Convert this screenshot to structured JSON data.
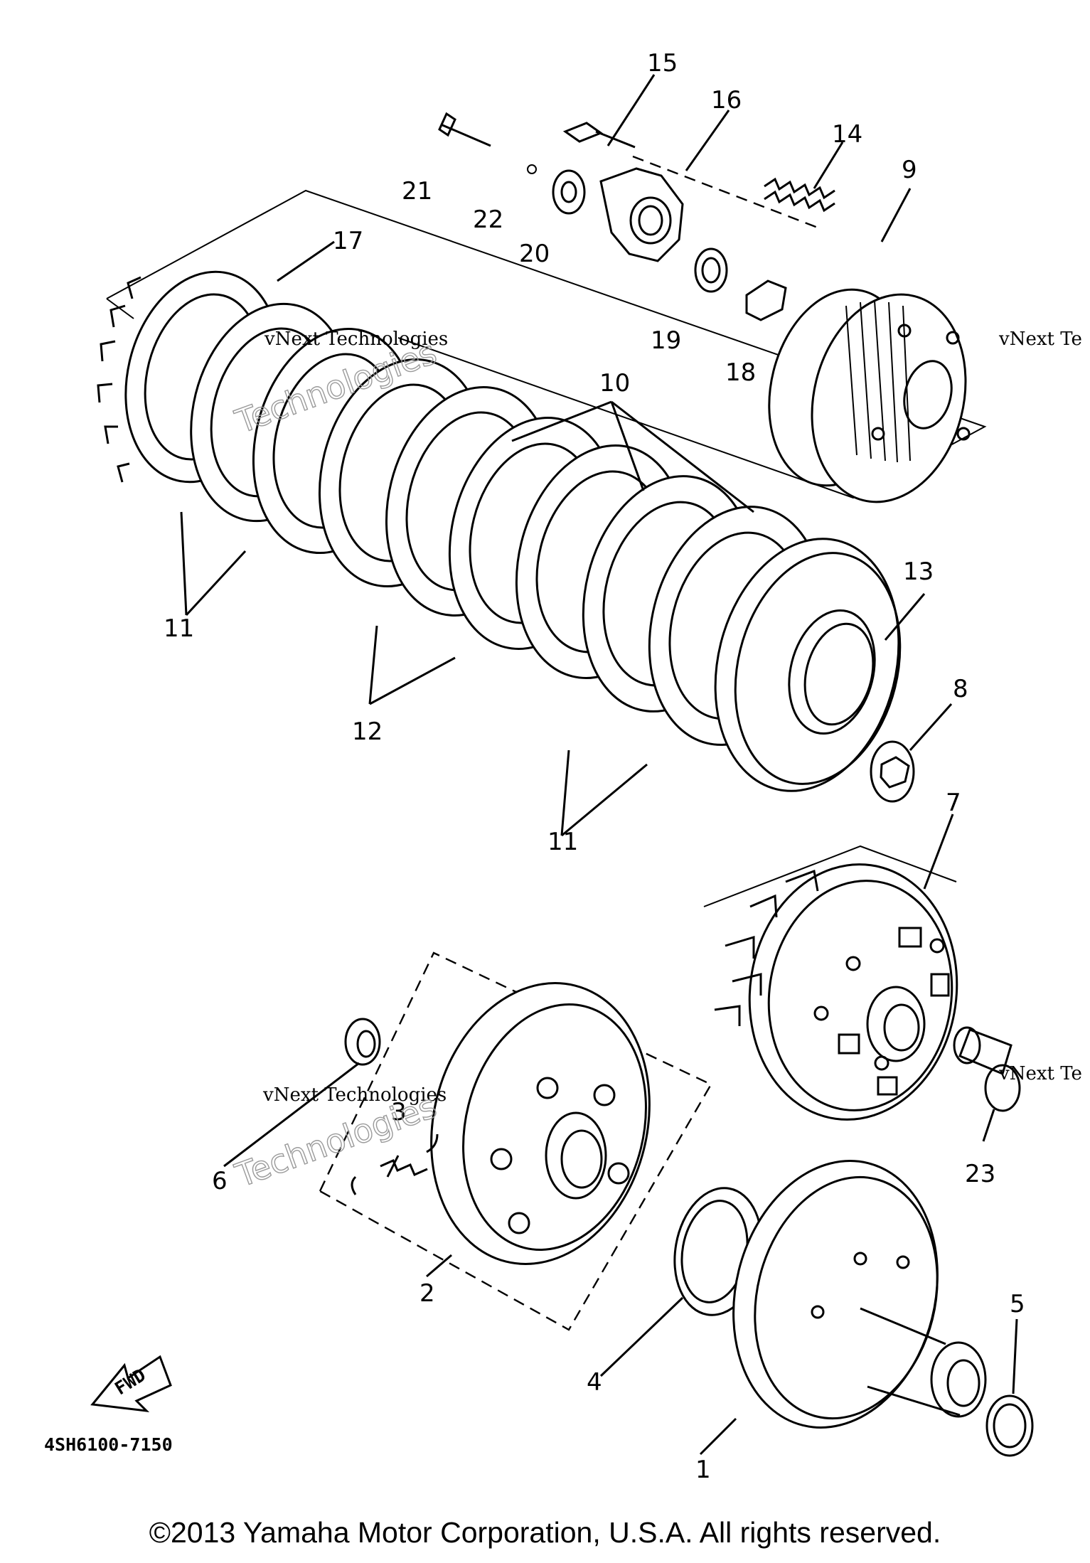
{
  "diagram": {
    "callouts": [
      "1",
      "2",
      "3",
      "4",
      "5",
      "6",
      "7",
      "8",
      "9",
      "10",
      "11",
      "11",
      "12",
      "13",
      "14",
      "15",
      "16",
      "17",
      "18",
      "19",
      "20",
      "21",
      "22",
      "23"
    ],
    "fwd_label": "FWD",
    "reference_code": "4SH6100-7150",
    "watermark_line1": "vNext Technologies",
    "watermark_line2": "Technologies",
    "watermark_partial": "vNext Te",
    "copyright": "©2013 Yamaha Motor Corporation, U.S.A. All rights reserved."
  }
}
